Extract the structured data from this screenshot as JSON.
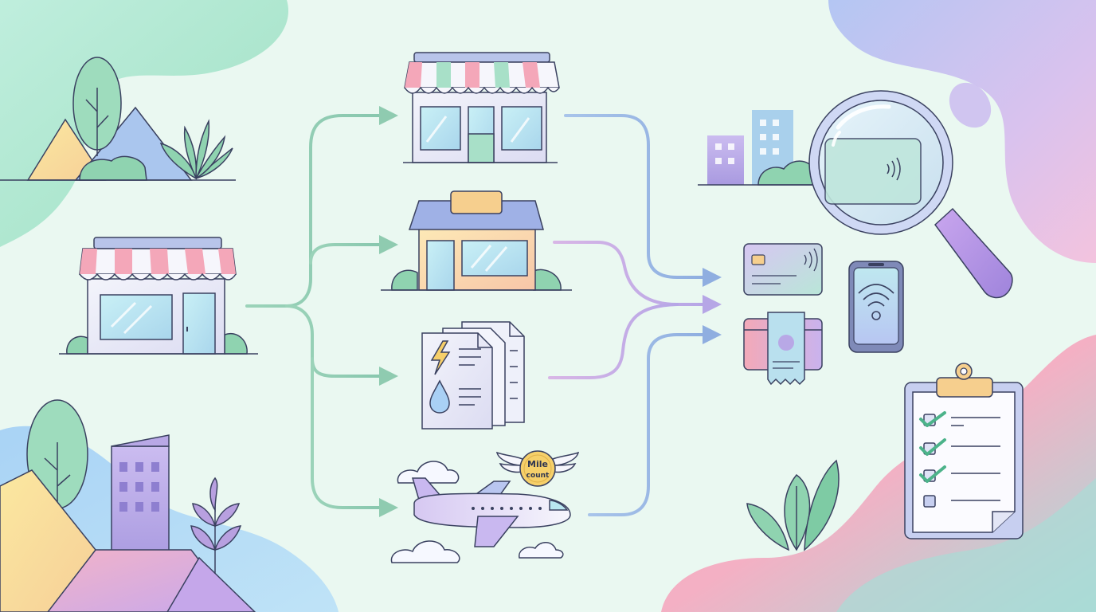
{
  "diagram": {
    "badge": {
      "line1": "Mile",
      "line2": "count"
    }
  },
  "colors": {
    "background": "#eaf8f1",
    "outline": "#3a4160",
    "arrow_left": "#8fcbb0",
    "arrow_right": "#9fb8e0",
    "arrow_mid": "#c7a6dc",
    "awning_pink": "#f4a7b9",
    "awning_mint": "#a8e0c8",
    "glass": "#b9e6f0",
    "wall": "#eef0f8",
    "check_green": "#4cb38a",
    "clipboard_tab": "#f6cf8e",
    "badge_gold": "#f6d06a",
    "building_lilac": "#b8a8e0"
  },
  "nodes": [
    {
      "id": "origin-store",
      "icon": "storefront-icon"
    },
    {
      "id": "retail-store",
      "icon": "storefront-awning-icon"
    },
    {
      "id": "shop-building",
      "icon": "shop-sign-icon"
    },
    {
      "id": "utility-bills",
      "icon": "bill-documents-icon"
    },
    {
      "id": "flight-miles",
      "icon": "airplane-icon"
    },
    {
      "id": "mile-badge",
      "icon": "winged-coin-icon"
    },
    {
      "id": "contactless-card",
      "icon": "credit-card-icon"
    },
    {
      "id": "card-receipt",
      "icon": "receipt-icon"
    },
    {
      "id": "mobile-pay",
      "icon": "smartphone-nfc-icon"
    },
    {
      "id": "magnifier",
      "icon": "magnifying-glass-icon"
    },
    {
      "id": "checklist",
      "icon": "clipboard-checklist-icon"
    }
  ]
}
